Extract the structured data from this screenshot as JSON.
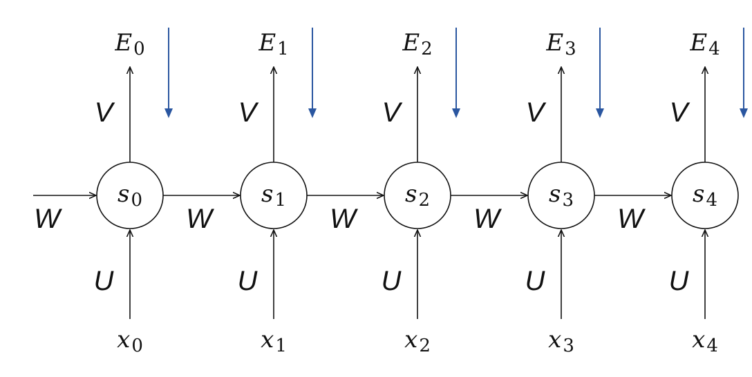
{
  "diagram": {
    "nodes": [
      {
        "state": "s",
        "state_index": "0",
        "input": "x",
        "input_index": "0",
        "error": "E",
        "error_index": "0"
      },
      {
        "state": "s",
        "state_index": "1",
        "input": "x",
        "input_index": "1",
        "error": "E",
        "error_index": "1"
      },
      {
        "state": "s",
        "state_index": "2",
        "input": "x",
        "input_index": "2",
        "error": "E",
        "error_index": "2"
      },
      {
        "state": "s",
        "state_index": "3",
        "input": "x",
        "input_index": "3",
        "error": "E",
        "error_index": "3"
      },
      {
        "state": "s",
        "state_index": "4",
        "input": "x",
        "input_index": "4",
        "error": "E",
        "error_index": "4"
      }
    ],
    "weights": {
      "input": "U",
      "output": "V",
      "recurrent": "W"
    },
    "colors": {
      "line": "#111111",
      "backprop_arrow": "#2a56a0"
    }
  }
}
